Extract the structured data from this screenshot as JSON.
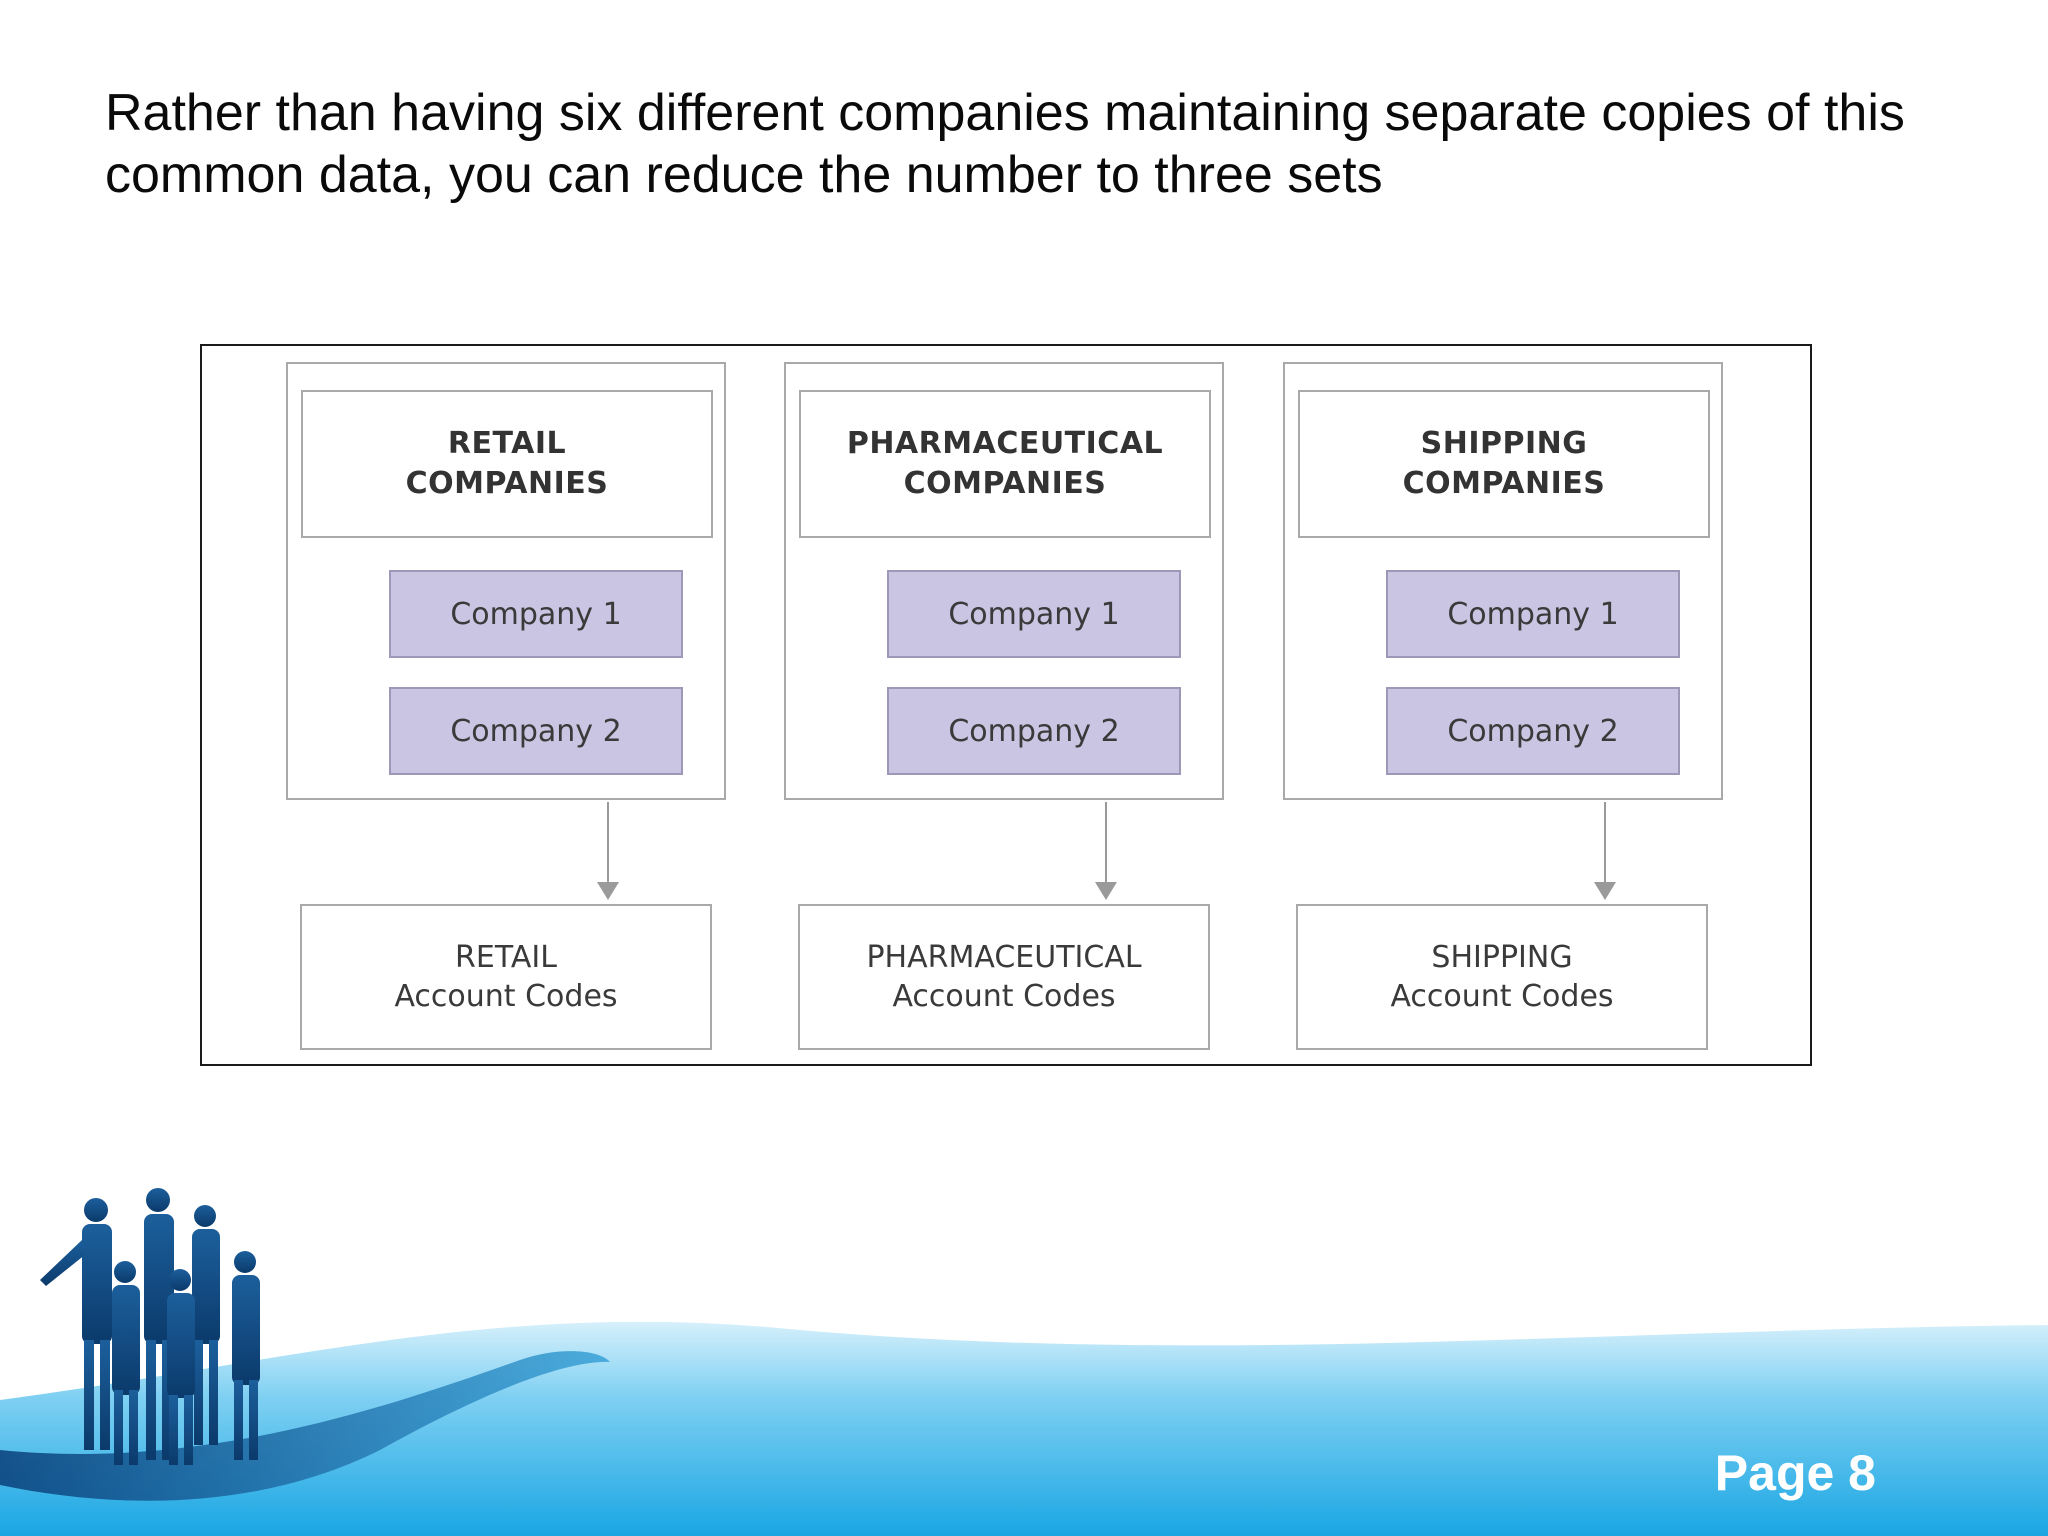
{
  "slide": {
    "text": "Rather than having six different companies maintaining separate copies of this common data, you can reduce the number to three sets",
    "page_label": "Page 8"
  },
  "diagram": {
    "groups": [
      {
        "title": "RETAIL\nCOMPANIES",
        "companies": [
          "Company 1",
          "Company 2"
        ],
        "codes": "RETAIL\nAccount Codes"
      },
      {
        "title": "PHARMACEUTICAL\nCOMPANIES",
        "companies": [
          "Company 1",
          "Company 2"
        ],
        "codes": "PHARMACEUTICAL\nAccount Codes"
      },
      {
        "title": "SHIPPING\nCOMPANIES",
        "companies": [
          "Company 1",
          "Company 2"
        ],
        "codes": "SHIPPING\nAccount Codes"
      }
    ]
  },
  "colors": {
    "company_fill": "#c9c5e2",
    "box_border": "#a9a9a9",
    "footer_blue": "#2aaee6"
  }
}
